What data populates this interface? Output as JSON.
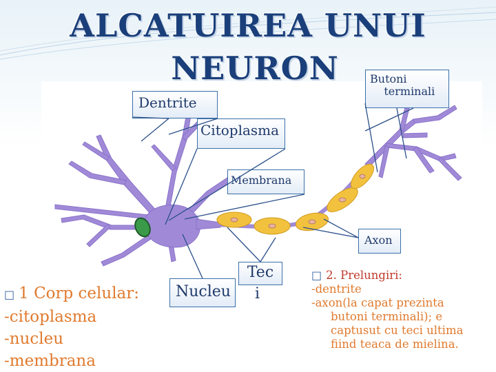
{
  "title": {
    "line1": "ALCATUIREA UNUI",
    "line2": "NEURON"
  },
  "labels": {
    "butoni": "Butoni\n    terminali",
    "dentrite": "Dentrite",
    "citoplasma": "Citoplasma",
    "membrana": "Membrana",
    "axon": "Axon",
    "nucleu": "Nucleu",
    "teci_1": "Tec",
    "teci_2": "i"
  },
  "left_list": {
    "bullet": "□",
    "head": "1 Corp celular:",
    "items": [
      "-citoplasma",
      "-nucleu",
      "-membrana"
    ]
  },
  "right_list": {
    "bullet": "□",
    "head": "2. Prelungiri:",
    "items": [
      "-dentrite",
      "-axon(la capat prezinta",
      "butoni terminali); e",
      "captusut cu teci ultima",
      "fiind teaca de mielina."
    ]
  },
  "colors": {
    "title": "#1a3f7a",
    "neuron": "#a08ad8",
    "myelin": "#f2c23e",
    "nucleus": "#3a9a4a",
    "text_accent": "#e07a2e"
  }
}
